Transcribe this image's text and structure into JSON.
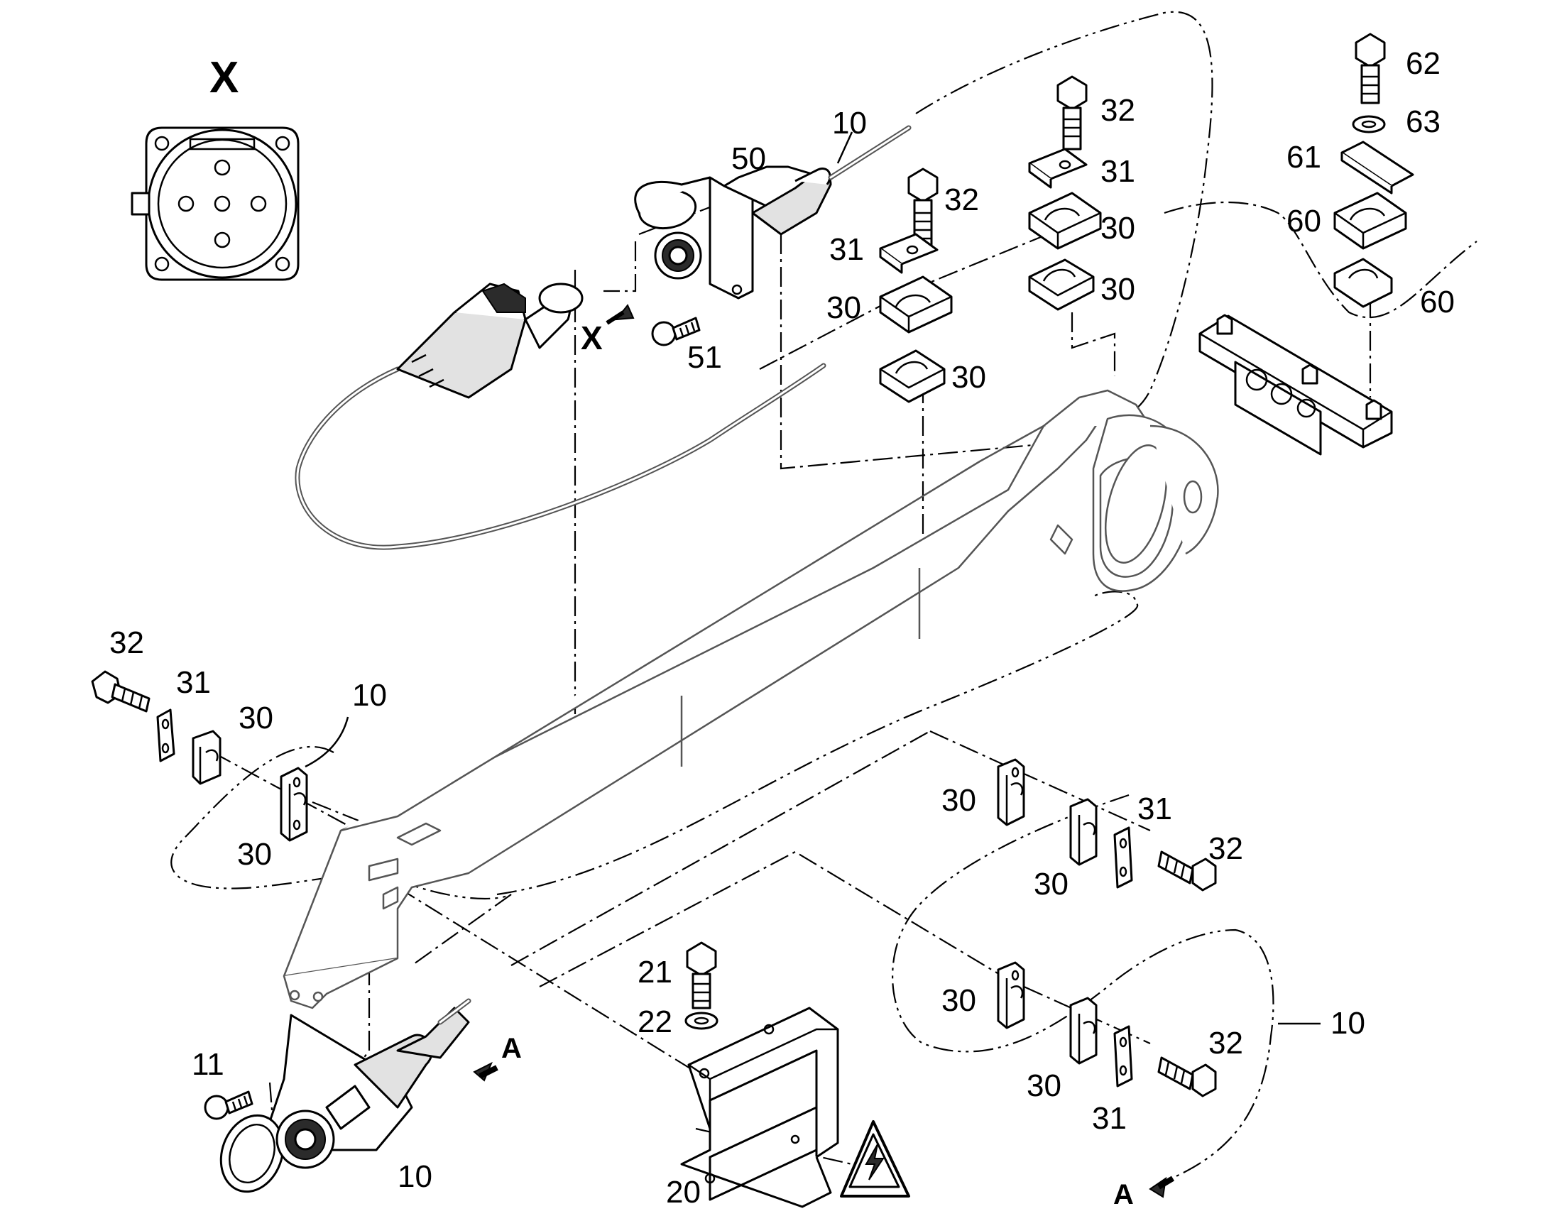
{
  "view": {
    "label": "X"
  },
  "arrows": {
    "view_x": "X",
    "ref_a_top": "A",
    "ref_a_bottom": "A"
  },
  "callouts": {
    "c62": "62",
    "c63": "63",
    "c61": "61",
    "c60a": "60",
    "c60b": "60",
    "c10top": "10",
    "c50": "50",
    "c51": "51",
    "c32a": "32",
    "c31a": "31",
    "c30a": "30",
    "c30b": "30",
    "c32b": "32",
    "c31b": "31",
    "c30c": "30",
    "c30d": "30",
    "c32c": "32",
    "c31c": "31",
    "c30e": "30",
    "c10mid": "10",
    "c30f": "30",
    "c30g": "30",
    "c31d": "31",
    "c32d": "32",
    "c30h": "30",
    "c30i": "30",
    "c32e": "32",
    "c30j": "30",
    "c31e": "31",
    "c10right": "10",
    "c21": "21",
    "c22": "22",
    "c20": "20",
    "c11": "11",
    "c10bottom": "10"
  },
  "colors": {
    "ink": "#000000",
    "boom_outline": "#555555",
    "shade": "#e2e2e2"
  }
}
